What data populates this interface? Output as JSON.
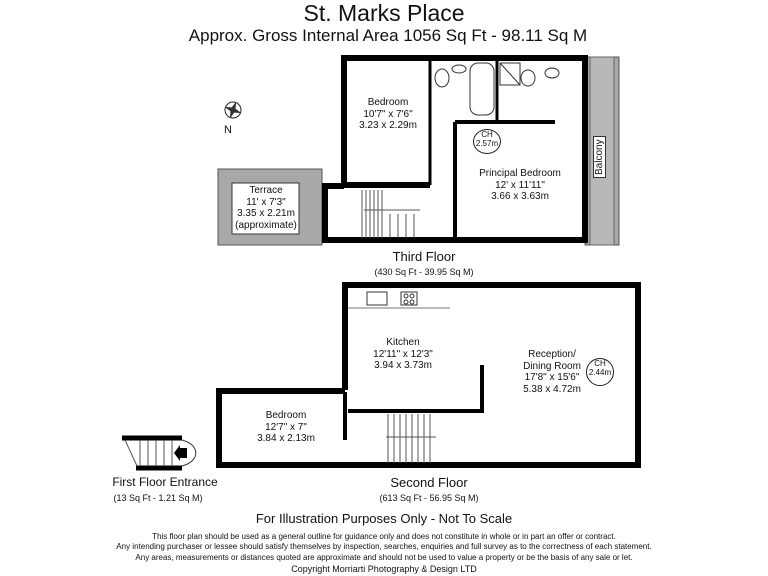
{
  "title": "St. Marks Place",
  "subtitle": "Approx. Gross Internal Area   1056 Sq Ft  -  98.11 Sq M",
  "compass": {
    "icon": "compass-rose-icon",
    "label": "N"
  },
  "third_floor": {
    "label": "Third Floor",
    "area": "(430 Sq Ft  -  39.95 Sq M)",
    "rooms": [
      {
        "name": "Bedroom",
        "imperial": "10'7\" x 7'6\"",
        "metric": "3.23 x 2.29m"
      },
      {
        "name": "Principal Bedroom",
        "imperial": "12' x 11'11\"",
        "metric": "3.66 x 3.63m"
      },
      {
        "name": "Terrace",
        "imperial": "11' x 7'3\"",
        "metric": "3.35 x 2.21m",
        "note": "(approximate)"
      }
    ],
    "balcony": "Balcony",
    "ceiling": {
      "label": "CH",
      "value": "2.57m"
    }
  },
  "second_floor": {
    "label": "Second Floor",
    "area": "(613 Sq Ft  -  56.95 Sq M)",
    "rooms": [
      {
        "name": "Kitchen",
        "imperial": "12'11\" x 12'3\"",
        "metric": "3.94 x 3.73m"
      },
      {
        "name": "Reception/",
        "name2": "Dining Room",
        "imperial": "17'8\" x 15'6\"",
        "metric": "5.38 x 4.72m"
      },
      {
        "name": "Bedroom",
        "imperial": "12'7\" x 7\"",
        "metric": "3.84 x 2.13m"
      }
    ],
    "ceiling": {
      "label": "CH",
      "value": "2.44m"
    }
  },
  "entrance": {
    "label": "First Floor Entrance",
    "area": "(13 Sq Ft  -  1.21 Sq M)"
  },
  "notice": "For Illustration Purposes Only - Not To Scale",
  "disclaimer": [
    "This floor plan should be used as a general outline for guidance only and does not constitute in whole or in part an offer or contract.",
    "Any intending purchaser or lessee should satisfy themselves by inspection, searches, enquiries and full survey as to the correctness of each statement.",
    "Any areas, measurements or distances quoted are approximate and should not be used to value a property or be the basis of any sale or let."
  ],
  "copyright": "Copyright Morriarti Photography & Design LTD",
  "colors": {
    "wall": "#000000",
    "outdoor": "#a8a8a8"
  }
}
